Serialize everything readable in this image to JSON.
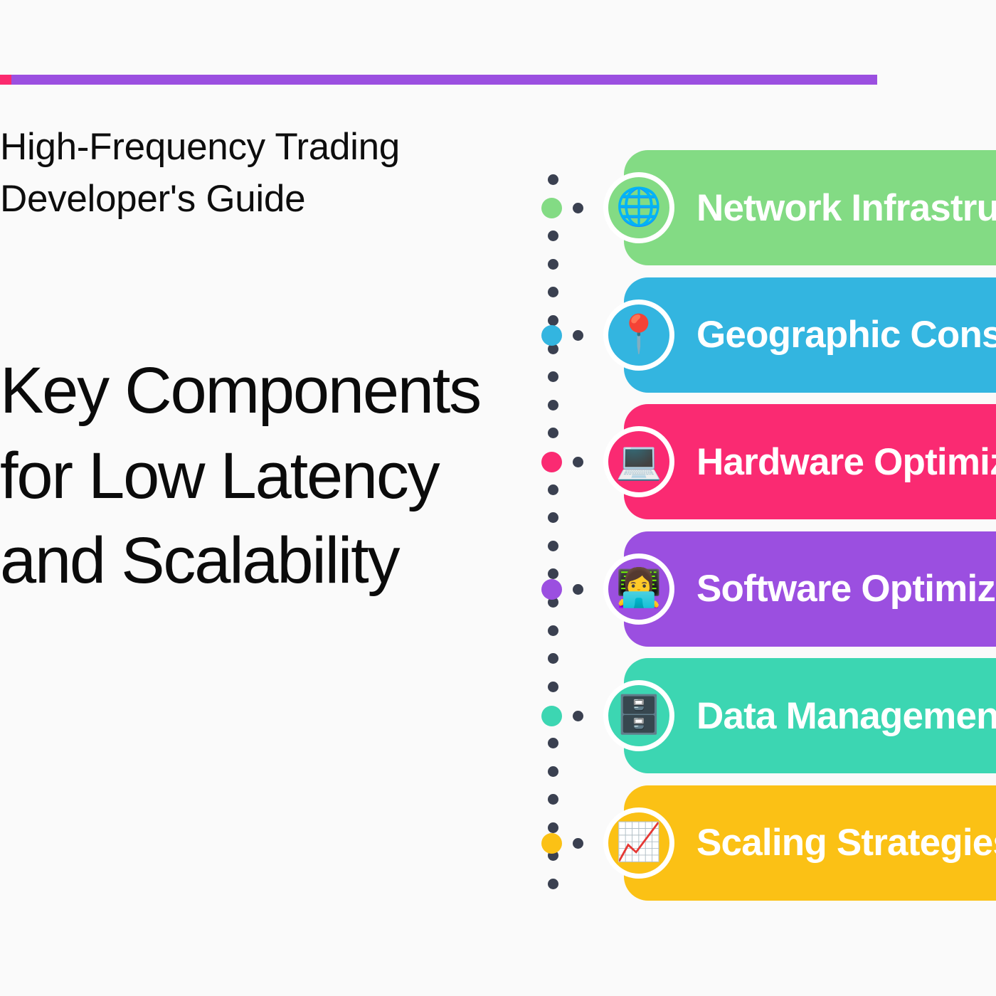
{
  "theme": {
    "background": "#fafafa",
    "accent_pink": "#fb2a6e",
    "accent_purple": "#9b4fe0",
    "track_dot": "#3a4050",
    "text_dark": "#0d0d0d",
    "label_text": "#ffffff"
  },
  "header": {
    "eyebrow": "High-Frequency Trading\nDeveloper's Guide",
    "headline": "Key Components\nfor Low Latency\nand Scalability"
  },
  "rail": {
    "items": [
      {
        "label": "Network Infrastructure",
        "icon": "globe-with-meridians-icon",
        "emoji": "🌐",
        "color": "#83db84"
      },
      {
        "label": "Geographic Considerations",
        "icon": "round-pushpin-icon",
        "emoji": "📍",
        "color": "#33b5e0"
      },
      {
        "label": "Hardware Optimization",
        "icon": "laptop-icon",
        "emoji": "💻",
        "color": "#fa2a72"
      },
      {
        "label": "Software Optimization",
        "icon": "technologist-icon",
        "emoji": "👩‍💻",
        "color": "#9b4fe0"
      },
      {
        "label": "Data Management",
        "icon": "file-cabinet-icon",
        "emoji": "🗄️",
        "color": "#3cd6b2"
      },
      {
        "label": "Scaling Strategies",
        "icon": "chart-increasing-icon",
        "emoji": "📈",
        "color": "#fbc115"
      }
    ]
  }
}
